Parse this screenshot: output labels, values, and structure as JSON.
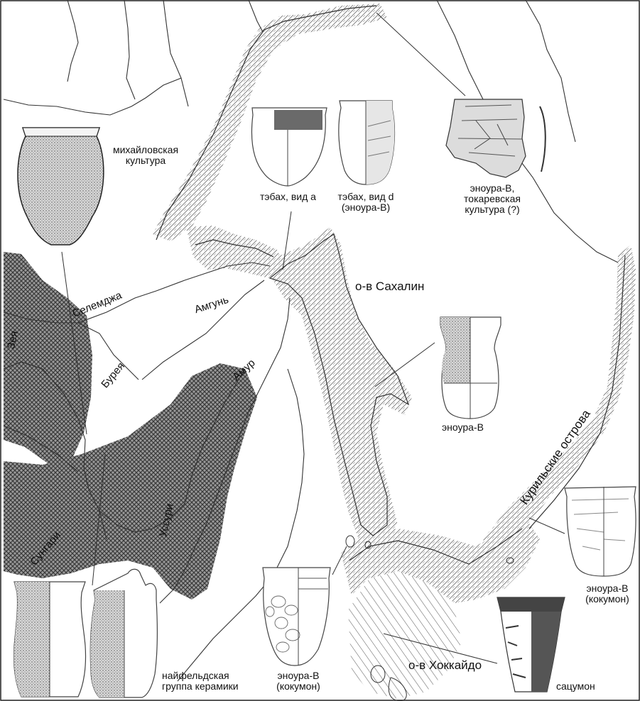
{
  "colors": {
    "line": "#333333",
    "dark_pattern": "#444444",
    "frame": "#222222",
    "background": "#ffffff"
  },
  "icons": [
    "river-line",
    "coast-line",
    "pottery-vessel",
    "leader-line",
    "hatch-pattern",
    "crosshatch-pattern"
  ],
  "labels": {
    "mikhailovskaya_1": "михайловская",
    "mikhailovskaya_2": "культура",
    "tebakh_a": "тэбах, вид а",
    "tebakh_d_1": "тэбах, вид d",
    "tebakh_d_2": "(эноура-В)",
    "enoura_tok_1": "эноура-В,",
    "enoura_tok_2": "токаревская",
    "enoura_tok_3": "культура (?)",
    "sakhalin": "о-в Сахалин",
    "enoura_b_sakh": "эноура-В",
    "kurils": "Курильские острова",
    "enoura_kokumon_right_1": "эноура-В",
    "enoura_kokumon_right_2": "(кокумон)",
    "satsumon": "сацумон",
    "hokkaido": "о-в Хоккайдо",
    "enoura_kokumon_mid_1": "эноура-В",
    "enoura_kokumon_mid_2": "(кокумон)",
    "naifeld_1": "найфельдская",
    "naifeld_2": "группа керамики"
  },
  "rivers": {
    "selemdzha": "Селемджа",
    "amgun": "Амгунь",
    "amur": "Амур",
    "bureya": "Бурея",
    "zeya": "Зея",
    "sungari": "Сунгари",
    "ussuri": "Уссури"
  }
}
